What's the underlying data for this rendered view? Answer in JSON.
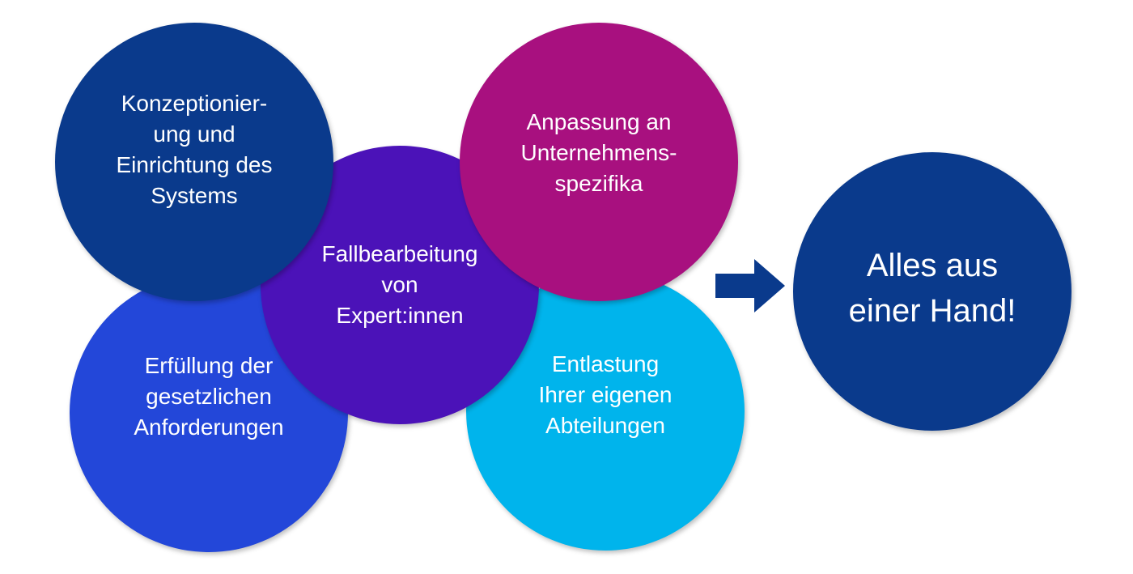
{
  "circles": [
    {
      "label": "Erfüllung der\ngesetzlichen\nAnforderungen",
      "color": "#2347d9"
    },
    {
      "label": "Entlastung\nIhrer eigenen\nAbteilungen",
      "color": "#00b4ec"
    },
    {
      "label": "Fallbearbeitung\nvon\nExpert:innen",
      "color": "#4b12b8"
    },
    {
      "label": "Konzeptionier-\nung und\nEinrichtung des\nSystems",
      "color": "#0a3a8c"
    },
    {
      "label": "Anpassung an\nUnternehmens-\nspezifika",
      "color": "#a8107f"
    }
  ],
  "result": {
    "label": "Alles aus\neiner Hand!",
    "color": "#0a3a8c"
  },
  "arrow_color": "#0a3a8c"
}
